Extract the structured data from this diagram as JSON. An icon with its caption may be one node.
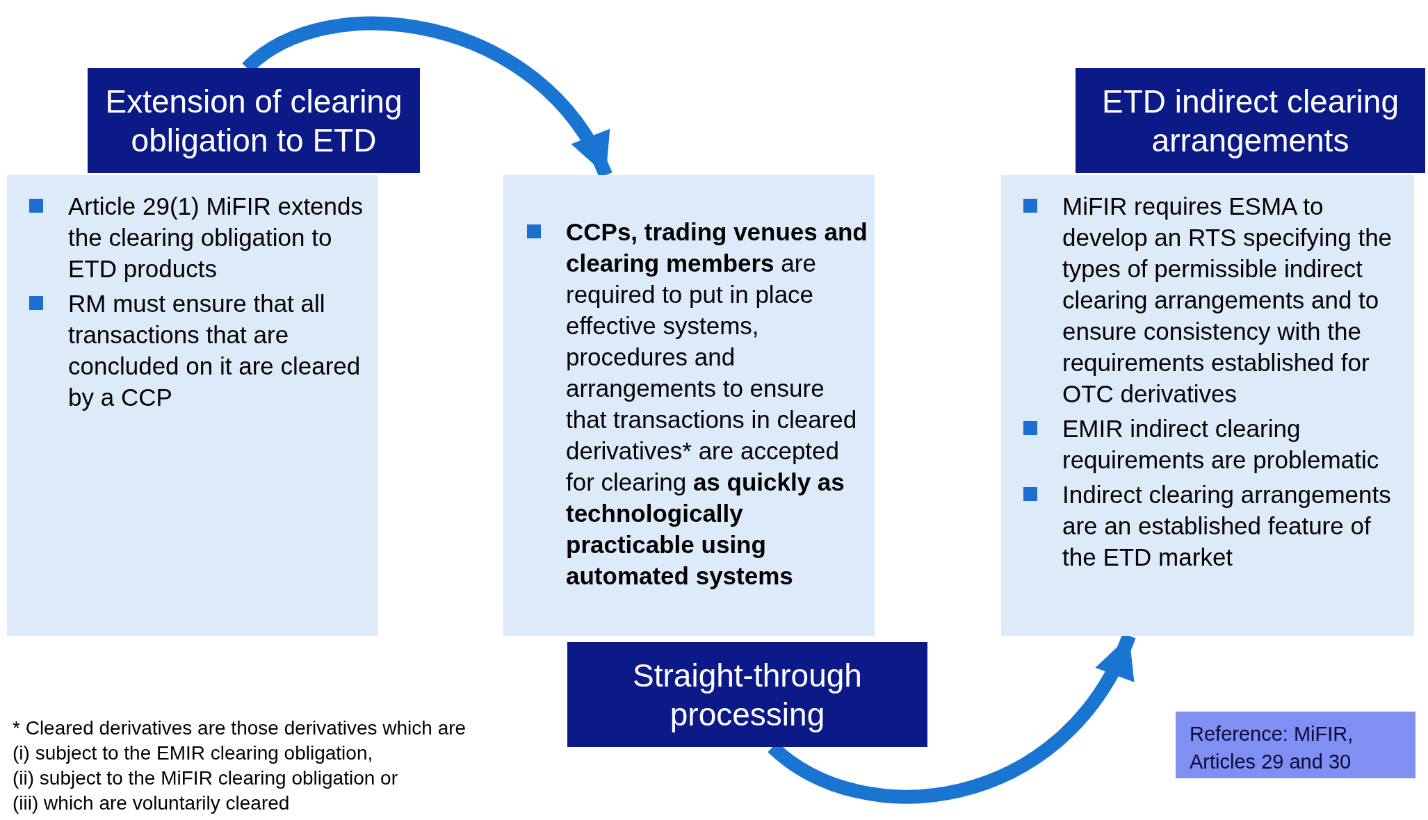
{
  "diagram": {
    "nodes": [
      {
        "text": [
          "Extension of clearing obligation to ETD"
        ]
      },
      {
        "text": [
          "Article 29(1) MiFIR extends the clearing obligation to ETD products",
          "RM must ensure that all transactions that are concluded on it are cleared by a CCP"
        ]
      },
      {
        "text": [
          "**CCPs, trading venues and clearing members** are required to put in place effective systems, procedures and arrangements to ensure that transactions in cleared derivatives* are accepted for clearing **as quickly as technologically practicable using automated systems**"
        ]
      },
      {
        "text": [
          "ETD indirect clearing arrangements"
        ]
      },
      {
        "text": [
          "MiFIR requires ESMA to develop an RTS specifying the types of permissible indirect clearing arrangements and to ensure consistency with the requirements established for OTC derivatives",
          "EMIR indirect clearing requirements are problematic",
          "Indirect clearing arrangements are an established feature of the ETD market"
        ]
      },
      {
        "text": [
          "Straight-through processing"
        ]
      },
      {
        "text": [
          "Reference: MiFIR, Articles 29 and 30"
        ]
      }
    ],
    "edges": [
      {
        "from": 0,
        "to": 2,
        "arrow": "to"
      },
      {
        "from": 5,
        "to": 4,
        "arrow": "to"
      }
    ],
    "labels": [
      "* Cleared derivatives are those derivatives which are",
      "(i) subject to the EMIR clearing obligation,",
      "(ii) subject to the MiFIR clearing obligation or",
      "(iii) which are voluntarily cleared"
    ]
  }
}
